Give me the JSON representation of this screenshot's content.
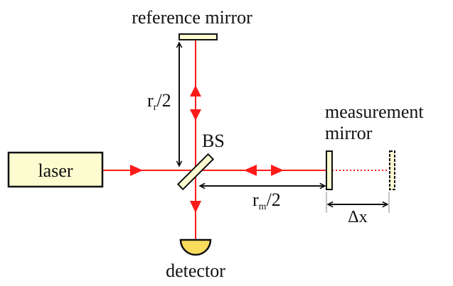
{
  "diagram": {
    "title": "Michelson interferometer",
    "labels": {
      "reference_mirror": "reference mirror",
      "measurement_mirror_line1": "measurement",
      "measurement_mirror_line2": "mirror",
      "laser": "laser",
      "beam_splitter": "BS",
      "detector": "detector",
      "r_ref_main": "r",
      "r_ref_sub": "r",
      "r_ref_tail": "/2",
      "r_meas_main": "r",
      "r_meas_sub": "m",
      "r_meas_tail": "/2",
      "delta_x": "Δx"
    },
    "colors": {
      "beam": "#ff1a1a",
      "component_fill": "#fdfbd0",
      "detector_fill": "#f9dc5c",
      "outline": "#111111"
    }
  }
}
